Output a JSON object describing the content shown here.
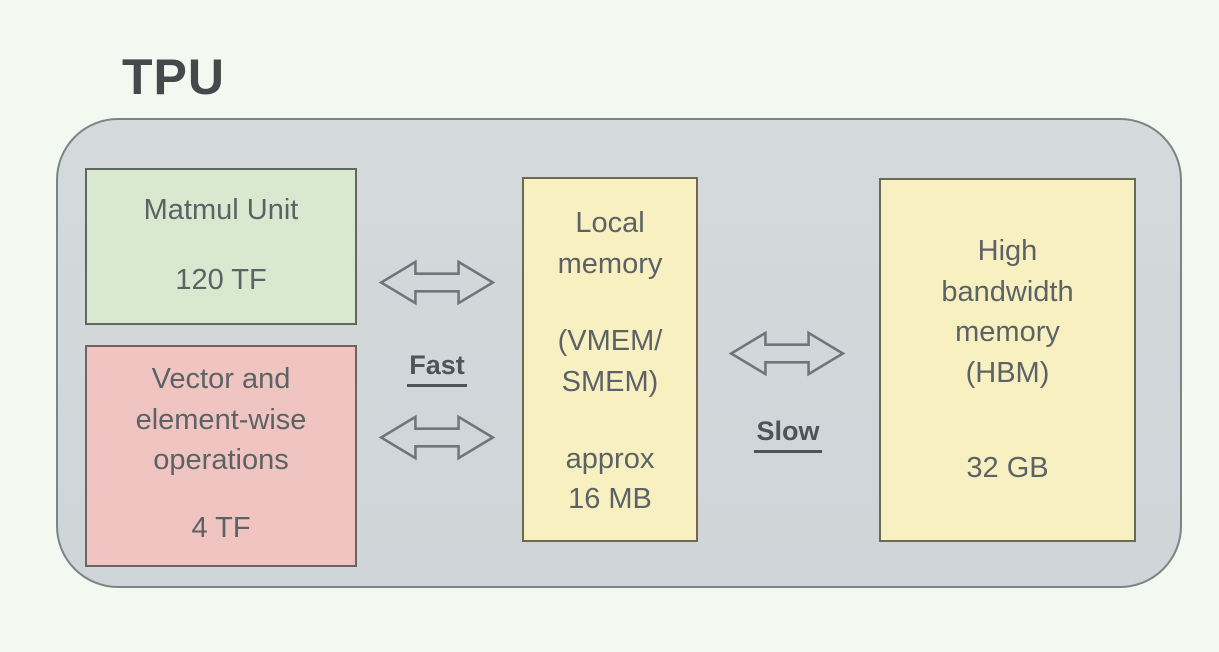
{
  "title": "TPU",
  "colors": {
    "background": "#f3f8f0",
    "container_fill": "#d2d8da",
    "container_border": "#7d8487",
    "title_text": "#45494c",
    "box_text": "#5b6366",
    "label_text": "#4d5559",
    "arrow": "#6e7679",
    "matmul_fill": "#d8e9cf",
    "matmul_border": "#5f6761",
    "vector_fill": "#f0c5c1",
    "vector_border": "#71625f",
    "memory_fill": "#f9f0c1",
    "memory_border": "#6c6957"
  },
  "boxes": {
    "matmul": {
      "title": "Matmul Unit",
      "value": "120 TF"
    },
    "vector": {
      "title": "Vector and\nelement-wise\noperations",
      "value": "4 TF"
    },
    "local_memory": {
      "title": "Local\nmemory",
      "subtitle": "(VMEM/\nSMEM)",
      "value": "approx\n16 MB"
    },
    "hbm": {
      "title": "High\nbandwidth\nmemory\n(HBM)",
      "value": "32 GB"
    }
  },
  "labels": {
    "fast": "Fast",
    "slow": "Slow"
  },
  "icons": {
    "double_arrow": "double-arrow-icon"
  }
}
